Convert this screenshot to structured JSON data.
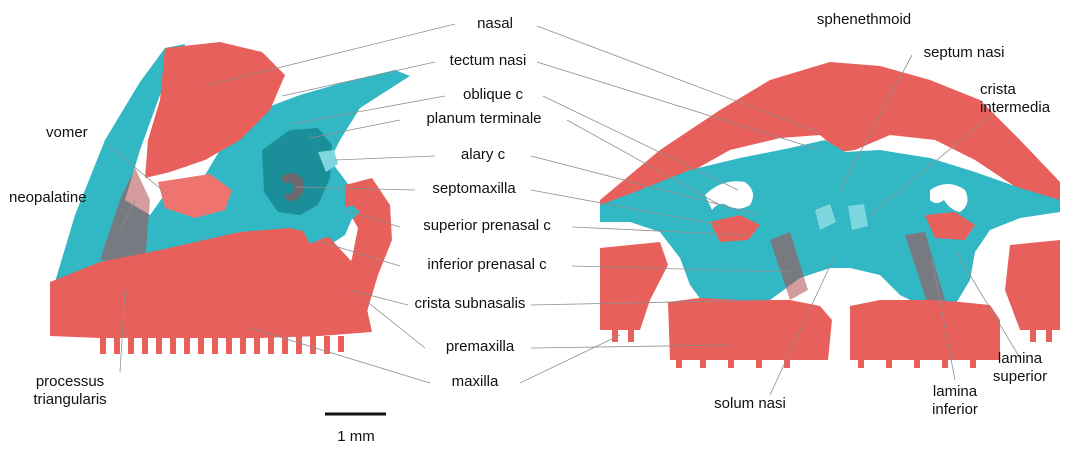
{
  "labels": {
    "nasal": "nasal",
    "tectum_nasi": "tectum nasi",
    "oblique_c": "oblique c",
    "planum_terminale": "planum terminale",
    "alary_c": "alary c",
    "septomaxilla": "septomaxilla",
    "superior_prenasal_c": "superior prenasal c",
    "inferior_prenasal_c": "inferior prenasal c",
    "crista_subnasalis": "crista subnasalis",
    "premaxilla": "premaxilla",
    "maxilla": "maxilla",
    "vomer": "vomer",
    "neopalatine": "neopalatine",
    "processus_triangularis": "processus\ntriangularis",
    "sphenethmoid": "sphenethmoid",
    "septum_nasi": "septum nasi",
    "crista_intermedia": "crista\nintermedia",
    "solum_nasi": "solum nasi",
    "lamina_inferior": "lamina\ninferior",
    "lamina_superior": "lamina\nsuperior"
  },
  "scale_bar": {
    "label": "1 mm"
  },
  "colors": {
    "bone": "#e8605c",
    "cartilage": "#32b7c4"
  }
}
